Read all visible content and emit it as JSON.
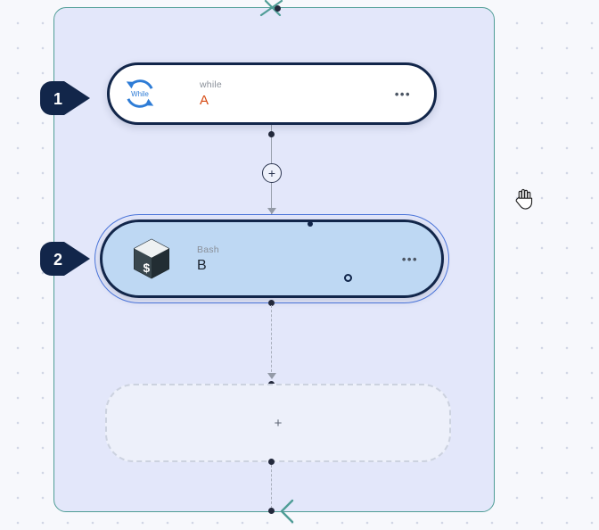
{
  "nodes": [
    {
      "badge": "1",
      "type_label": "while",
      "title": "A",
      "icon": "while-loop-icon",
      "icon_text": "While",
      "menu_label": "•••"
    },
    {
      "badge": "2",
      "type_label": "Bash",
      "title": "B",
      "icon": "bash-icon",
      "icon_symbol": "$",
      "menu_label": "•••",
      "selected": true
    }
  ],
  "insert_button": {
    "label": "+"
  },
  "placeholder": {
    "label": "+"
  },
  "colors": {
    "loop_border": "#4f9d96",
    "loop_fill": "#e3e7fa",
    "node_border": "#12264a",
    "selected_node_fill": "#bed8f3",
    "selection_outline": "#4a74d8",
    "while_icon_accent": "#2e7cd6",
    "while_title_accent": "#d64a12",
    "badge_fill": "#12264a"
  }
}
